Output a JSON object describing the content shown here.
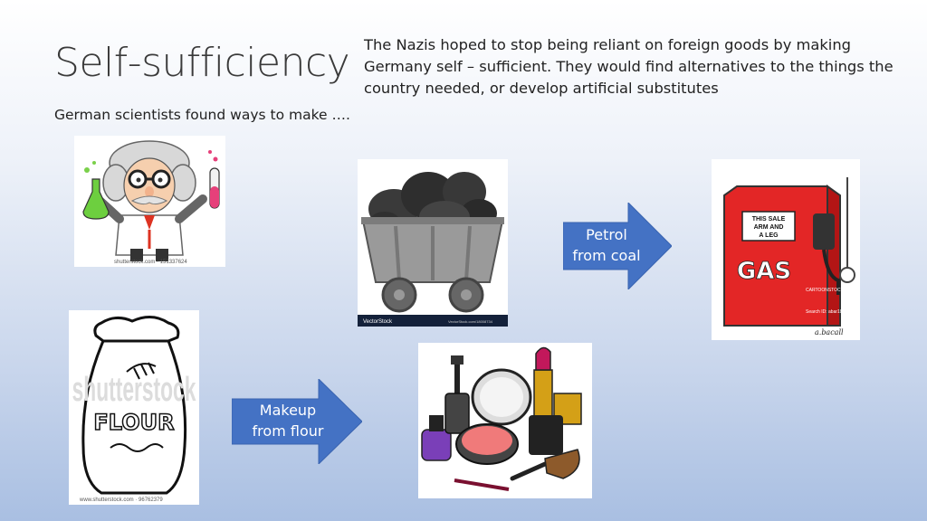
{
  "slide": {
    "title": "Self-sufficiency",
    "intro": "The Nazis hoped to stop being reliant on foreign goods by making Germany self – sufficient. They would find alternatives to the things the country needed, or develop artificial substitutes",
    "subtitle": "German scientists found ways to make …."
  },
  "arrows": [
    {
      "line1": "Petrol",
      "line2": "from coal"
    },
    {
      "line1": "Makeup",
      "line2": "from flour"
    }
  ],
  "images": {
    "scientist": {
      "icon": "scientist-icon",
      "credit": "shutterstock.com · 151337624"
    },
    "coal": {
      "icon": "coal-cart-icon",
      "credit": "VectorStock",
      "credit2": "VectorStock.com/18008734"
    },
    "gas": {
      "icon": "gas-pump-icon",
      "sign": "THIS SALE",
      "sign2": "ARM AND",
      "sign3": "A LEG",
      "pump_text": "GAS",
      "credit": "CARTOONSTOCK",
      "credit2": "Search ID: abar187",
      "signature": "a.bacall"
    },
    "flour": {
      "icon": "flour-bag-icon",
      "bag_text": "FLOUR",
      "watermark": "shutterstock",
      "credit": "www.shutterstock.com · 96762379"
    },
    "makeup": {
      "icon": "makeup-icon"
    }
  },
  "colors": {
    "arrow": "#4472c4",
    "accent_red": "#e32626"
  }
}
